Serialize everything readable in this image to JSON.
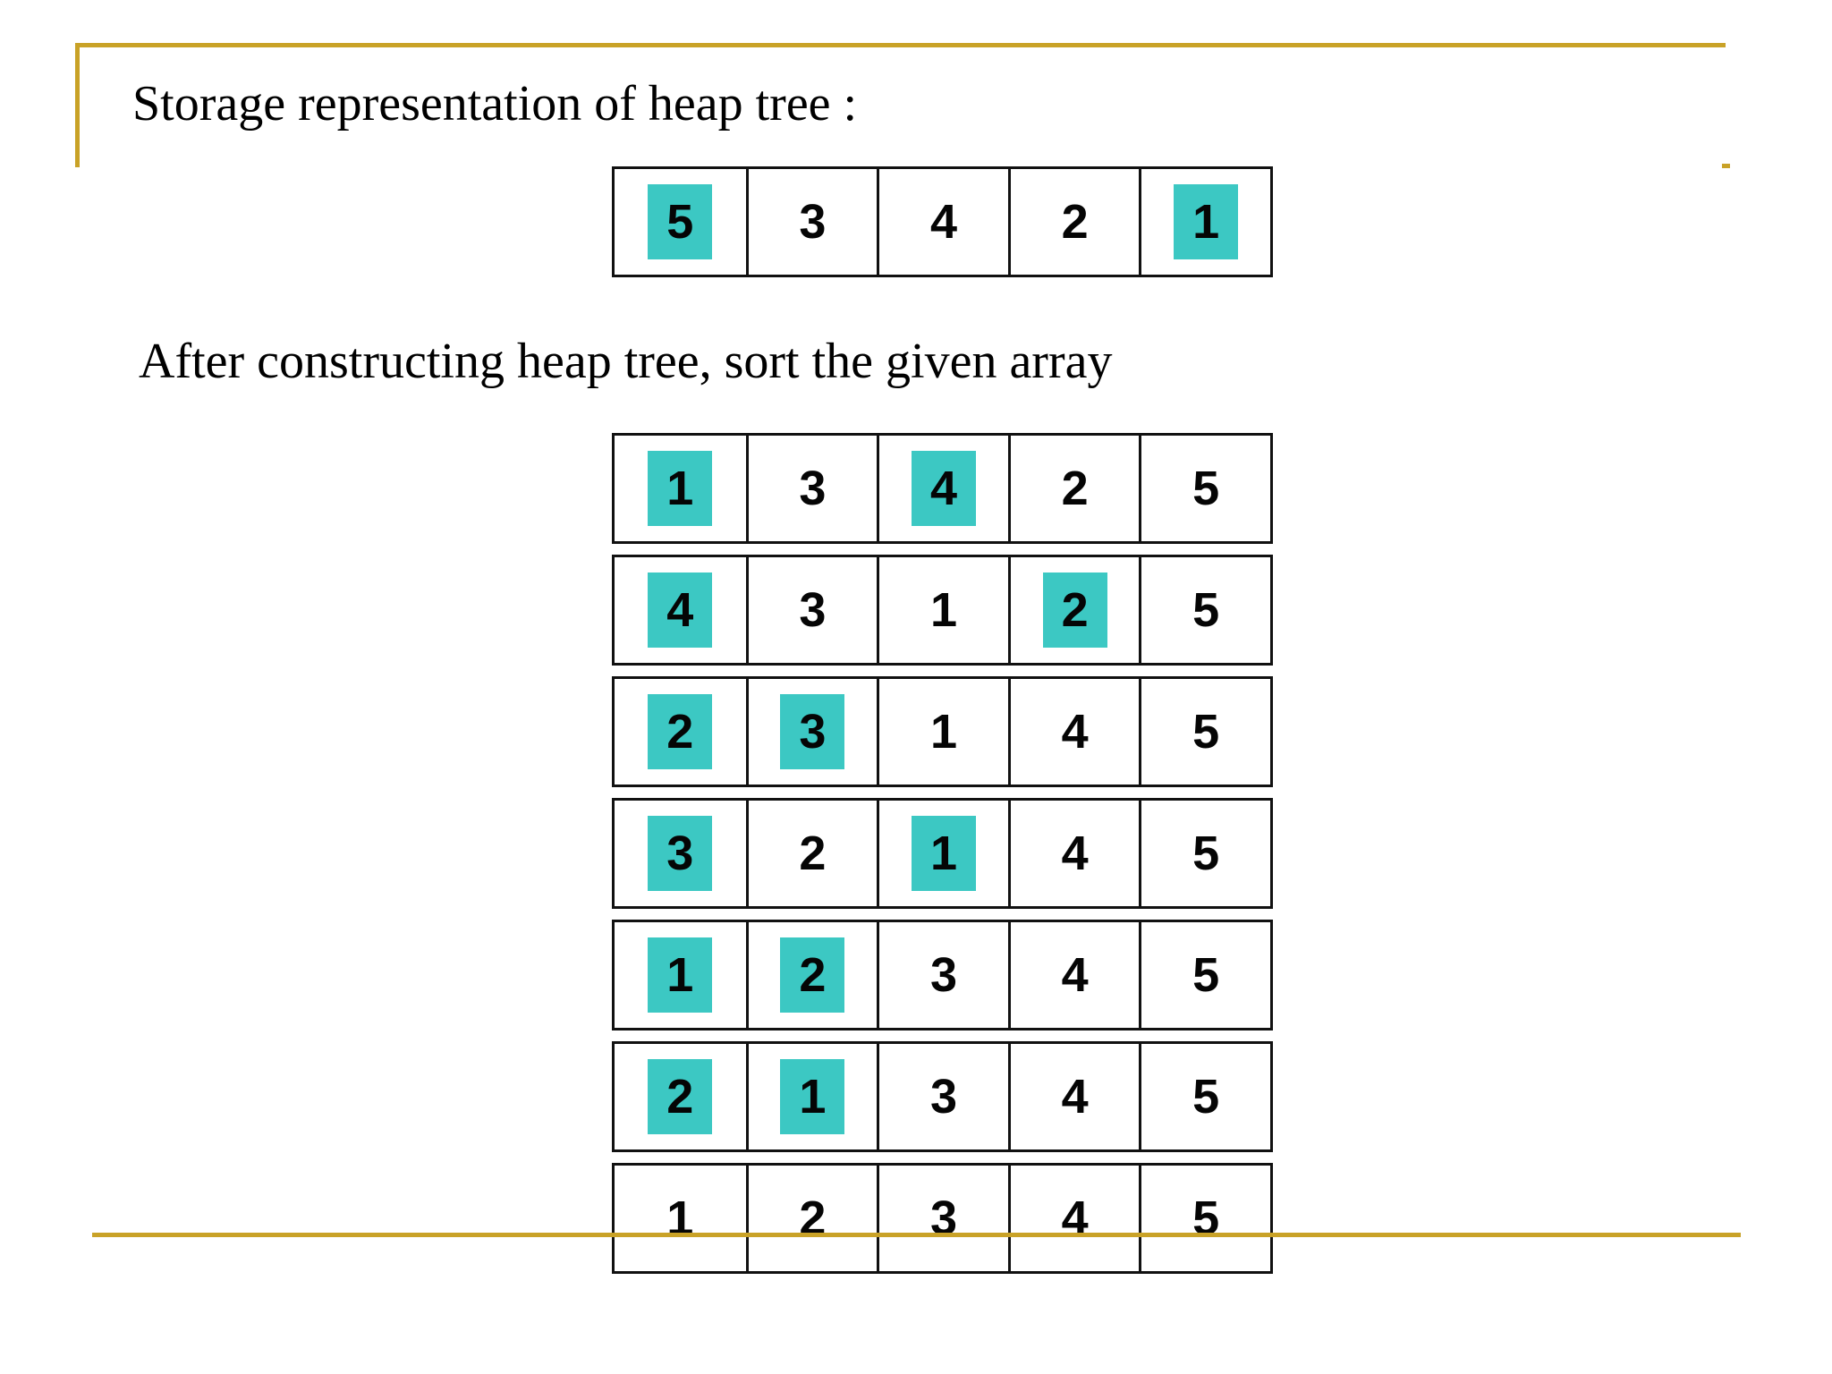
{
  "slide": {
    "title": "Storage representation of heap tree :",
    "subtitle": "After constructing heap tree, sort the given array"
  },
  "colors": {
    "highlight": "#3CC8C3",
    "accent_line": "#C9A227",
    "table_border": "#111111",
    "text": "#000000"
  },
  "arrays": [
    {
      "id": "initial-heap-array",
      "cells": [
        {
          "v": "5",
          "hl": true
        },
        {
          "v": "3",
          "hl": false
        },
        {
          "v": "4",
          "hl": false
        },
        {
          "v": "2",
          "hl": false
        },
        {
          "v": "1",
          "hl": true
        }
      ]
    },
    {
      "id": "sort-step-1",
      "cells": [
        {
          "v": "1",
          "hl": true
        },
        {
          "v": "3",
          "hl": false
        },
        {
          "v": "4",
          "hl": true
        },
        {
          "v": "2",
          "hl": false
        },
        {
          "v": "5",
          "hl": false
        }
      ]
    },
    {
      "id": "sort-step-2",
      "cells": [
        {
          "v": "4",
          "hl": true
        },
        {
          "v": "3",
          "hl": false
        },
        {
          "v": "1",
          "hl": false
        },
        {
          "v": "2",
          "hl": true
        },
        {
          "v": "5",
          "hl": false
        }
      ]
    },
    {
      "id": "sort-step-3",
      "cells": [
        {
          "v": "2",
          "hl": true
        },
        {
          "v": "3",
          "hl": true
        },
        {
          "v": "1",
          "hl": false
        },
        {
          "v": "4",
          "hl": false
        },
        {
          "v": "5",
          "hl": false
        }
      ]
    },
    {
      "id": "sort-step-4",
      "cells": [
        {
          "v": "3",
          "hl": true
        },
        {
          "v": "2",
          "hl": false
        },
        {
          "v": "1",
          "hl": true
        },
        {
          "v": "4",
          "hl": false
        },
        {
          "v": "5",
          "hl": false
        }
      ]
    },
    {
      "id": "sort-step-5",
      "cells": [
        {
          "v": "1",
          "hl": true
        },
        {
          "v": "2",
          "hl": true
        },
        {
          "v": "3",
          "hl": false
        },
        {
          "v": "4",
          "hl": false
        },
        {
          "v": "5",
          "hl": false
        }
      ]
    },
    {
      "id": "sort-step-6",
      "cells": [
        {
          "v": "2",
          "hl": true
        },
        {
          "v": "1",
          "hl": true
        },
        {
          "v": "3",
          "hl": false
        },
        {
          "v": "4",
          "hl": false
        },
        {
          "v": "5",
          "hl": false
        }
      ]
    },
    {
      "id": "sorted-array",
      "cells": [
        {
          "v": "1",
          "hl": false
        },
        {
          "v": "2",
          "hl": false
        },
        {
          "v": "3",
          "hl": false
        },
        {
          "v": "4",
          "hl": false
        },
        {
          "v": "5",
          "hl": false
        }
      ]
    }
  ]
}
